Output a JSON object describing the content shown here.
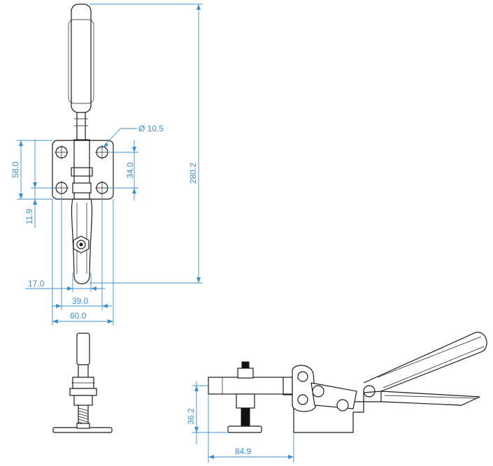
{
  "dimensions": {
    "hole_diameter": "Ø 10.5",
    "overall_height": "280.2",
    "base_height": "58.0",
    "hole_spacing_v": "34.0",
    "base_offset": "11.9",
    "bar_width": "17.0",
    "hole_spacing_h": "39.0",
    "base_width": "60.0",
    "spindle_height": "36.2",
    "reach": "84.9"
  },
  "colors": {
    "dimension": "#3b8fc9",
    "outline": "#1a1a1a"
  }
}
